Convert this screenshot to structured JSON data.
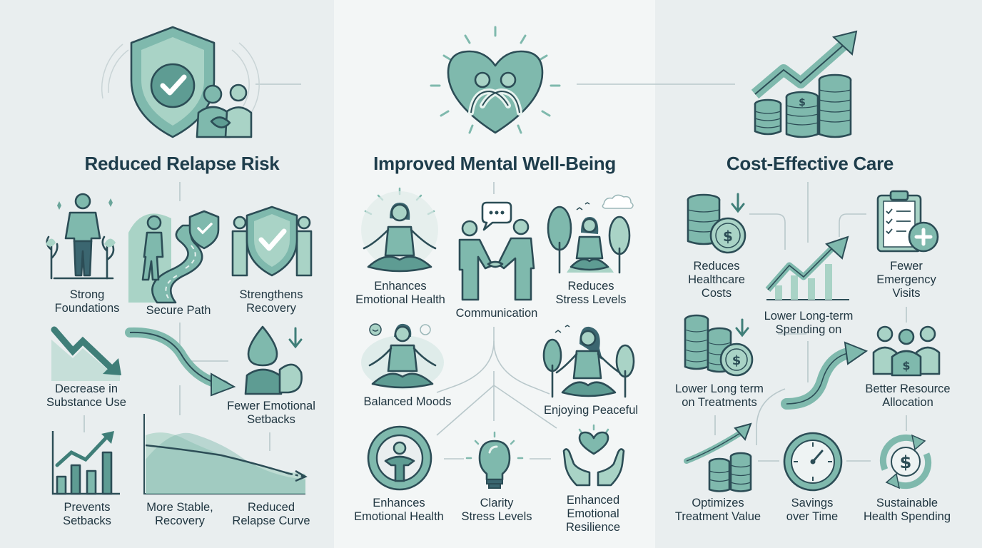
{
  "sections": [
    {
      "title": "Reduced Relapse Risk",
      "items": [
        "Strong\nFoundations",
        "Secure Path",
        "Strengthens\nRecovery",
        "Decrease in\nSubstance Use",
        "Fewer Emotional\nSetbacks",
        "Prevents\nSetbacks",
        "More Stable,\nRecovery",
        "Reduced\nRelapse Curve"
      ]
    },
    {
      "title": "Improved Mental Well-Being",
      "items": [
        "Enhances\nEmotional Health",
        "Communication",
        "Reduces\nStress Levels",
        "Balanced Moods",
        "Enjoying Peaceful",
        "Enhances\nEmotional Health",
        "Clarity\nStress Levels",
        "Enhanced\nEmotional\nResilience"
      ]
    },
    {
      "title": "Cost-Effective Care",
      "items": [
        "Reduces\nHealthcare\nCosts",
        "Fewer\nEmergency\nVisits",
        "Lower Long-term\nSpending on",
        "Lower Long term\non Treatments",
        "Better Resource\nAllocation",
        "Optimizes\nTreatment Value",
        "Savings\nover Time",
        "Sustainable\nHealth Spending"
      ]
    }
  ],
  "colors": {
    "accent": "#7fb9ad",
    "accent_light": "#a9d3c6",
    "accent_dark": "#5e9c93",
    "outline": "#2c4d56",
    "title": "#1e3d4b"
  }
}
